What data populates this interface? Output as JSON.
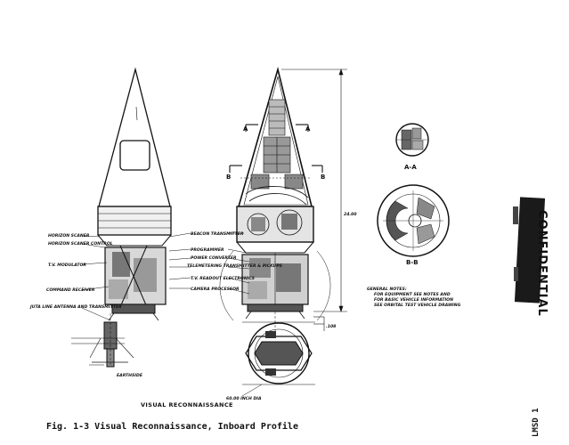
{
  "left_labels": [
    "HORIZON SCANER",
    "HORIZON SCANER CONTROL",
    "T.V. MODULATOR",
    "COMMAND RECEIVER",
    "JUTA LINE ANTENNA AND TRANSMITTER"
  ],
  "center_labels": [
    "BEACON TRANSMITTER",
    "PROGRAMMER",
    "POWER CONVERTER",
    "TELEMETERING TRANSMITTER & PICKUPS",
    "T.V. READOUT ELECTRONICS",
    "CAMERA PROCESSOR"
  ],
  "earthside_label": "EARTHSIDE",
  "diameter_label": "60.00 INCH DIA",
  "height_dim": "24.00",
  "small_dim": ".108",
  "section_marks": {
    "a": "A",
    "b": "B"
  },
  "section_aa": "A-A",
  "section_bb": "B-B",
  "general_notes": [
    "GENERAL NOTES:",
    "FOR EQUIPMENT SEE NOTES AND",
    "FOR BASIC VEHICLE INFORMATION",
    "SEE ORBITAL TEST VEHICLE DRAWING"
  ],
  "drawing_title": "VISUAL RECONNAISSANCE",
  "stamp": "CONFIDENTIAL",
  "caption": "Fig. 1-3  Visual Reconnaissance, Inboard Profile",
  "side_mark": "LMSD 1"
}
